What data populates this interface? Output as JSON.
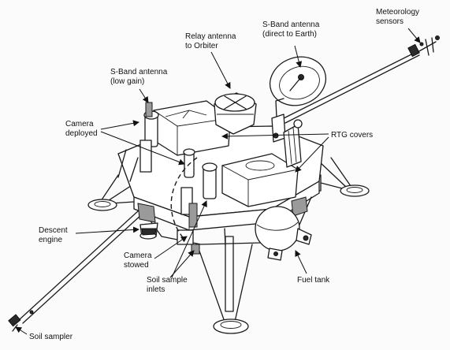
{
  "labels": {
    "meteorology_sensors": "Meteorology\nsensors",
    "sband_direct": "S-Band antenna\n(direct to Earth)",
    "relay_antenna": "Relay antenna\nto Orbiter",
    "sband_low_gain": "S-Band antenna\n(low gain)",
    "camera_deployed": "Camera\ndeployed",
    "rtg_covers": "RTG covers",
    "descent_engine": "Descent\nengine",
    "camera_stowed": "Camera\nstowed",
    "soil_sample_inlets": "Soil sample\ninlets",
    "fuel_tank": "Fuel tank",
    "soil_sampler": "Soil sampler"
  },
  "icons": {
    "arrowhead": "arrowhead-icon"
  }
}
